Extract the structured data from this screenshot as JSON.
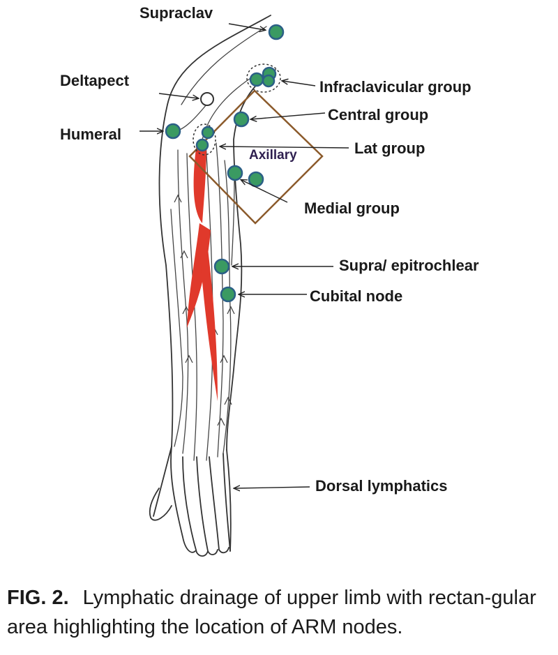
{
  "labels": {
    "supraclav": "Supraclav",
    "deltapect": "Deltapect",
    "humeral": "Humeral",
    "infraclavicular": "Infraclavicular group",
    "central": "Central group",
    "axillary": "Axillary",
    "lat": "Lat group",
    "medial": "Medial group",
    "supra_epitrochlear": "Supra/ epitrochlear",
    "cubital": "Cubital node",
    "dorsal": "Dorsal lymphatics"
  },
  "caption": {
    "figure_number": "FIG. 2.",
    "text": "Lymphatic drainage of upper limb with rectan-gular area highlighting the location of ARM nodes."
  },
  "colors": {
    "node_fill": "#3a9a62",
    "node_stroke": "#2b5f86",
    "axillary_box": "#8b5a2b",
    "vessel_red": "#e0392b",
    "lymphatic_lines": "#333333"
  }
}
